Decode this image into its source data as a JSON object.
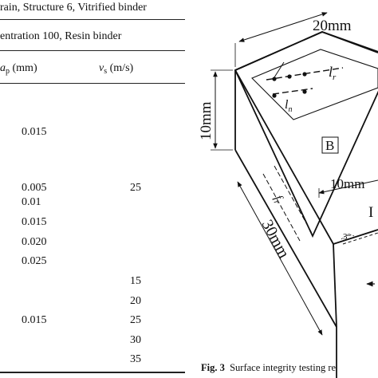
{
  "table": {
    "condition_line_1": "rain, Structure 6, Vitrified binder",
    "condition_line_2": "entration 100, Resin binder",
    "header_ap_var": "a",
    "header_ap_sub": "p",
    "header_ap_unit": " (mm)",
    "header_vs_var": "v",
    "header_vs_sub": "s",
    "header_vs_unit": " (m/s)",
    "ap_values": [
      "0.015",
      "0.005",
      "0.01",
      "0.015",
      "0.020",
      "0.025",
      "0.015"
    ],
    "vs_values": [
      "25",
      "15",
      "20",
      "25",
      "30",
      "35"
    ]
  },
  "figure": {
    "dim_top": "20mm",
    "dim_left": "10mm",
    "dim_bottom": "30mm",
    "dim_inner": "10mm",
    "label_lr": "l",
    "label_lr_sub": "r",
    "label_ln": "l",
    "label_ln_sub": "n",
    "label_fr": "f",
    "label_fr_sub": "r",
    "face_b": "B",
    "face_partial": "I",
    "angle": "3°",
    "caption_bold": "Fig. 3",
    "caption_text": "Surface integrity testing re"
  }
}
